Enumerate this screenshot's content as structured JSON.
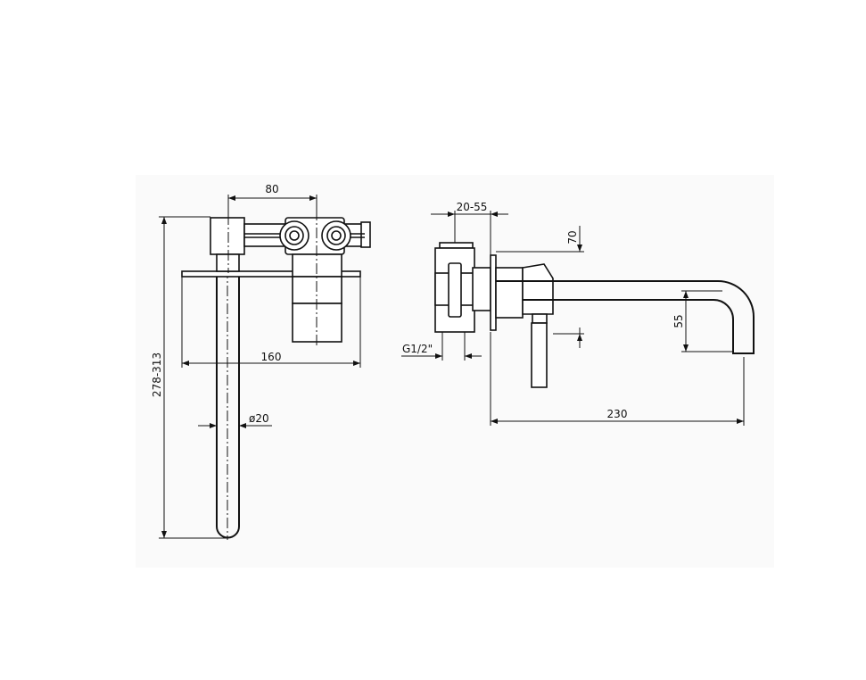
{
  "drawing": {
    "front_view": {
      "dim_width_top": "80",
      "dim_height": "278-313",
      "dim_width_mid": "160",
      "dim_diameter": "ø20"
    },
    "side_view": {
      "dim_depth": "20-55",
      "dim_top_offset": "70",
      "dim_spout_drop": "55",
      "dim_thread": "G1/2\"",
      "dim_reach": "230"
    }
  }
}
